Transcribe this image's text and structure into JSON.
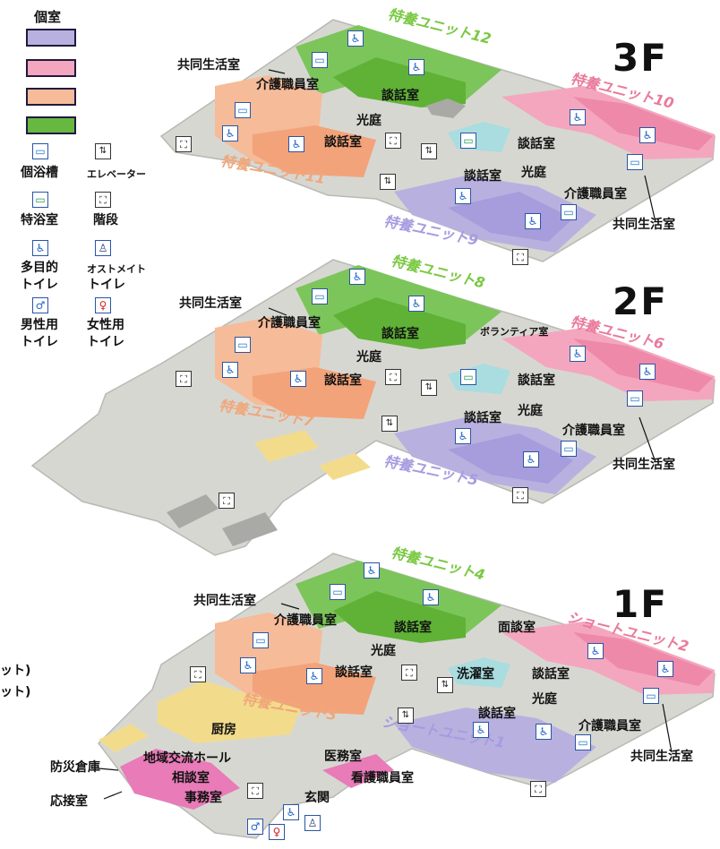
{
  "legend": {
    "title": "個室",
    "swatch_colors": [
      "#b8b1e0",
      "#f4a6bf",
      "#f6bb98",
      "#66b841"
    ],
    "icons": [
      {
        "key": "bath",
        "icon": "bathtub-icon",
        "label": "個浴槽"
      },
      {
        "key": "elevator",
        "icon": "elevator-icon",
        "label": "エレベーター"
      },
      {
        "key": "special-bath",
        "icon": "special-bath-icon",
        "label": "特浴室"
      },
      {
        "key": "stairs",
        "icon": "stairs-icon",
        "label": "階段"
      },
      {
        "key": "accessible",
        "icon": "wheelchair-icon",
        "label": "多目的\nトイレ"
      },
      {
        "key": "ostomate",
        "icon": "ostomate-icon",
        "label": "オストメイト\nトイレ"
      },
      {
        "key": "mens",
        "icon": "male-icon",
        "label": "男性用\nトイレ"
      },
      {
        "key": "womens",
        "icon": "female-icon",
        "label": "女性用\nトイレ"
      }
    ]
  },
  "legend_texts": {
    "bath": "個浴槽",
    "elevator": "エレベーター",
    "special_bath": "特浴室",
    "stairs": "階段",
    "accessible_1": "多目的",
    "accessible_2": "トイレ",
    "ostomate_1": "オストメイト",
    "ostomate_2": "トイレ",
    "mens_1": "男性用",
    "mens_2": "トイレ",
    "womens_1": "女性用",
    "womens_2": "トイレ"
  },
  "floors": {
    "f3": {
      "label": "3F",
      "units": {
        "u12": "特養ユニット12",
        "u10": "特養ユニット10",
        "u11": "特養ユニット11",
        "u9": "特養ユニット9"
      },
      "rooms": {
        "common_left": "共同生活室",
        "care_left": "介護職員室",
        "talk_1": "談話室",
        "courtyard_1": "光庭",
        "talk_2": "談話室",
        "talk_3": "談話室",
        "talk_4": "談話室",
        "courtyard_2": "光庭",
        "care_right": "介護職員室",
        "common_right": "共同生活室"
      }
    },
    "f2": {
      "label": "2F",
      "units": {
        "u8": "特養ユニット8",
        "u6": "特養ユニット6",
        "u7": "特養ユニット7",
        "u5": "特養ユニット5"
      },
      "rooms": {
        "common_left": "共同生活室",
        "care_left": "介護職員室",
        "talk_1": "談話室",
        "volunteer": "ボランティア室",
        "courtyard_1": "光庭",
        "talk_2": "談話室",
        "talk_3": "談話室",
        "talk_4": "談話室",
        "courtyard_2": "光庭",
        "care_right": "介護職員室",
        "common_right": "共同生活室"
      }
    },
    "f1": {
      "label": "1F",
      "units": {
        "u4": "特養ユニット4",
        "s2": "ショートユニット2",
        "u3": "特養ユニット3",
        "s1": "ショートユニット1"
      },
      "rooms": {
        "common_left": "共同生活室",
        "care_left": "介護職員室",
        "talk_1": "談話室",
        "interview": "面談室",
        "courtyard_1": "光庭",
        "talk_2": "談話室",
        "laundry": "洗濯室",
        "talk_3": "談話室",
        "courtyard_2": "光庭",
        "talk_4": "談話室",
        "care_right": "介護職員室",
        "common_right": "共同生活室",
        "kitchen": "厨房",
        "hall": "地域交流ホール",
        "medical": "医務室",
        "nurse": "看護職員室",
        "consult": "相談室",
        "office": "事務室",
        "entrance": "玄関",
        "disaster": "防災倉庫",
        "reception": "応接室"
      }
    }
  },
  "cut_text": {
    "line1": "ット)",
    "line2": "ット)"
  }
}
